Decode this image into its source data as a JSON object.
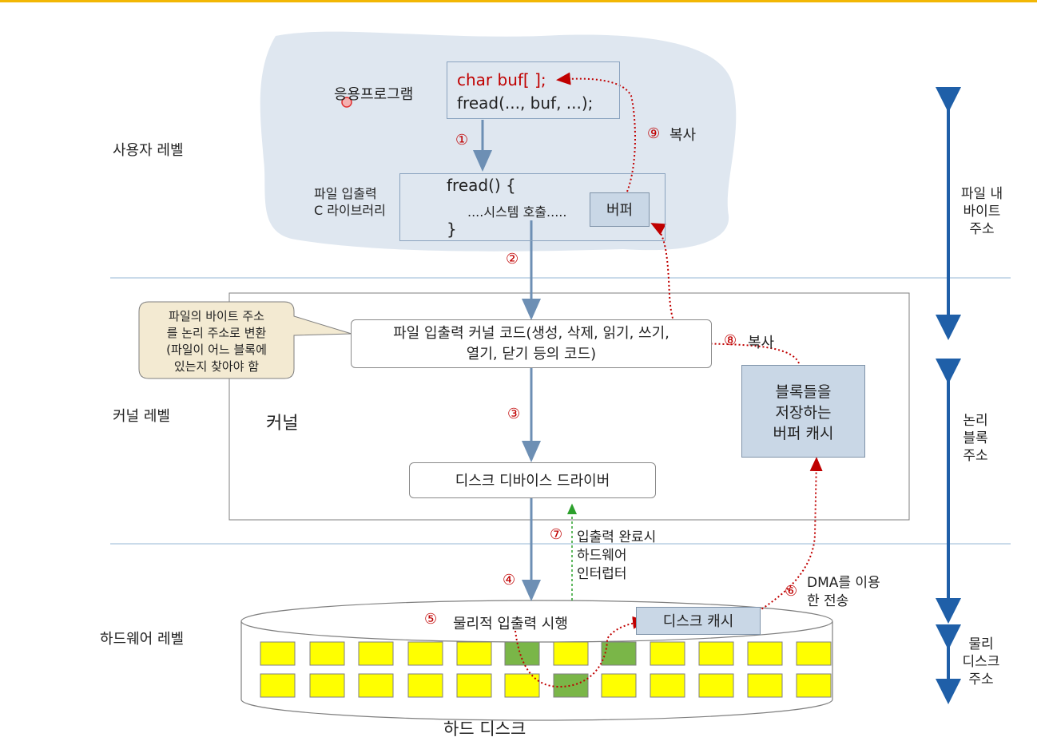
{
  "levels": {
    "user": "사용자 레벨",
    "kernel": "커널 레벨",
    "hardware": "하드웨어 레벨"
  },
  "app": {
    "label": "응용프로그램",
    "code_line1": "char buf[ ];",
    "code_line2": "fread(..., buf, ...);"
  },
  "library": {
    "label_line1": "파일 입출력",
    "label_line2": "C 라이브러리",
    "code_line1": "fread() {",
    "code_line2": "....시스템 호출.....",
    "code_line3": "}",
    "buffer": "버퍼"
  },
  "kernel": {
    "label": "커널",
    "callout_line1": "파일의 바이트 주소",
    "callout_line2": "를 논리 주소로 변환",
    "callout_line3": "(파일이 어느 블록에",
    "callout_line4": "있는지 찾아야 함",
    "file_io_line1": "파일 입출력 커널 코드(생성, 삭제, 읽기, 쓰기,",
    "file_io_line2": "열기, 닫기 등의 코드)",
    "buffer_cache_line1": "블록들을",
    "buffer_cache_line2": "저장하는",
    "buffer_cache_line3": "버퍼 캐시",
    "driver": "디스크 디바이스 드라이버"
  },
  "steps": {
    "s1": "①",
    "s2": "②",
    "s3": "③",
    "s4": "④",
    "s5": "⑤",
    "s5_text": "물리적 입출력 시행",
    "s6": "⑥",
    "s6_line1": "DMA를 이용",
    "s6_line2": "한 전송",
    "s7": "⑦",
    "s7_line1": "입출력 완료시",
    "s7_line2": "하드웨어",
    "s7_line3": "인터럽터",
    "s8": "⑧",
    "s8_text": "복사",
    "s9": "⑨",
    "s9_text": "복사"
  },
  "disk": {
    "label": "하드 디스크",
    "cache": "디스크 캐시"
  },
  "address": {
    "file_line1": "파일 내",
    "file_line2": "바이트",
    "file_line3": "주소",
    "logical_line1": "논리",
    "logical_line2": "블록",
    "logical_line3": "주소",
    "physical_line1": "물리",
    "physical_line2": "디스크",
    "physical_line3": "주소"
  },
  "colors": {
    "accent_red": "#c00000",
    "arrow_blue": "#6d8fb4",
    "axis_blue": "#1f5fa8",
    "block_yellow": "#ffff00",
    "block_green": "#7ab648",
    "cloud": "#dfe7f0",
    "box_fill": "#c9d7e6"
  }
}
